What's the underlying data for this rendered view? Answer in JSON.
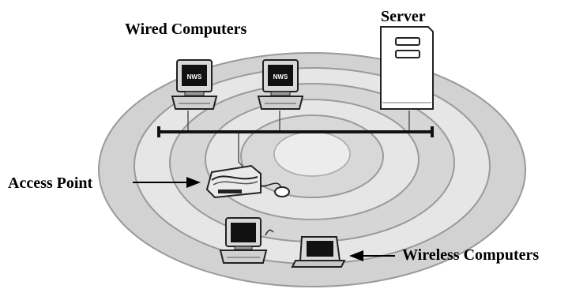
{
  "labels": {
    "wired_computers": "Wired Computers",
    "server": "Server",
    "access_point": "Access Point",
    "wireless_computers": "Wireless Computers"
  },
  "screen_text": "NWS",
  "colors": {
    "ring_fill": "#e4e4e4",
    "ring_stroke": "#9a9a9a",
    "device_body": "#d9d9d9",
    "device_outline": "#222222",
    "screen": "#111111",
    "text": "#000000"
  },
  "icons": {
    "wired_computer": "desktop-computer-icon",
    "server": "tower-server-icon",
    "access_point": "router-icon",
    "wireless_desktop": "desktop-computer-icon",
    "wireless_laptop": "laptop-icon"
  }
}
